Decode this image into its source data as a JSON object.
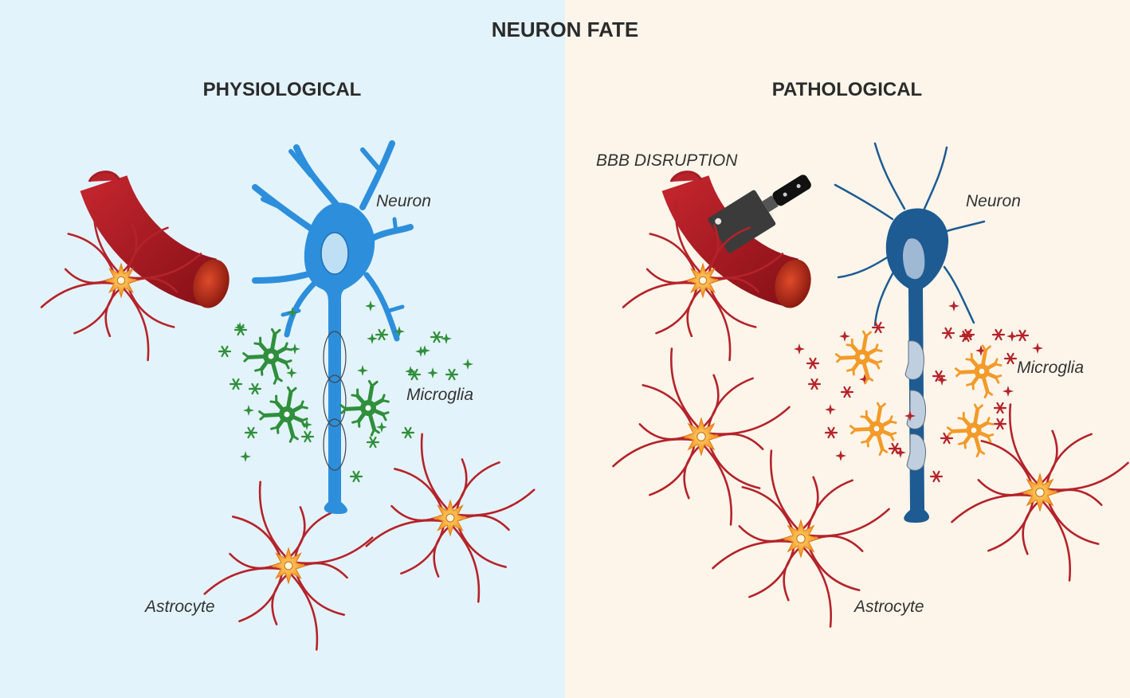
{
  "title": "NEURON FATE",
  "panels": {
    "left": {
      "heading": "PHYSIOLOGICAL",
      "labels": {
        "neuron": "Neuron",
        "microglia": "Microglia",
        "astrocyte": "Astrocyte"
      }
    },
    "right": {
      "heading": "PATHOLOGICAL",
      "labels": {
        "bbb": "BBB DISRUPTION",
        "neuron": "Neuron",
        "microglia": "Microglia",
        "astrocyte": "Astrocyte"
      }
    }
  },
  "icons": [
    "blood-vessel-icon",
    "neuron-icon",
    "microglia-icon",
    "astrocyte-icon",
    "cleaver-icon",
    "star-icon",
    "asterisk-icon"
  ],
  "colors": {
    "left_bg": "#e3f3fb",
    "right_bg": "#fdf5ea",
    "neuron_healthy": "#2d8fdc",
    "neuron_damaged": "#1d5b92",
    "microglia_resting": "#2f8f3c",
    "microglia_active": "#f39a28",
    "astrocyte_body": "#f3a42c",
    "astrocyte_process": "#b5232a",
    "vessel": "#9e1b22",
    "signal_healthy": "#2f8f3c",
    "signal_inflamed": "#b5232a"
  }
}
